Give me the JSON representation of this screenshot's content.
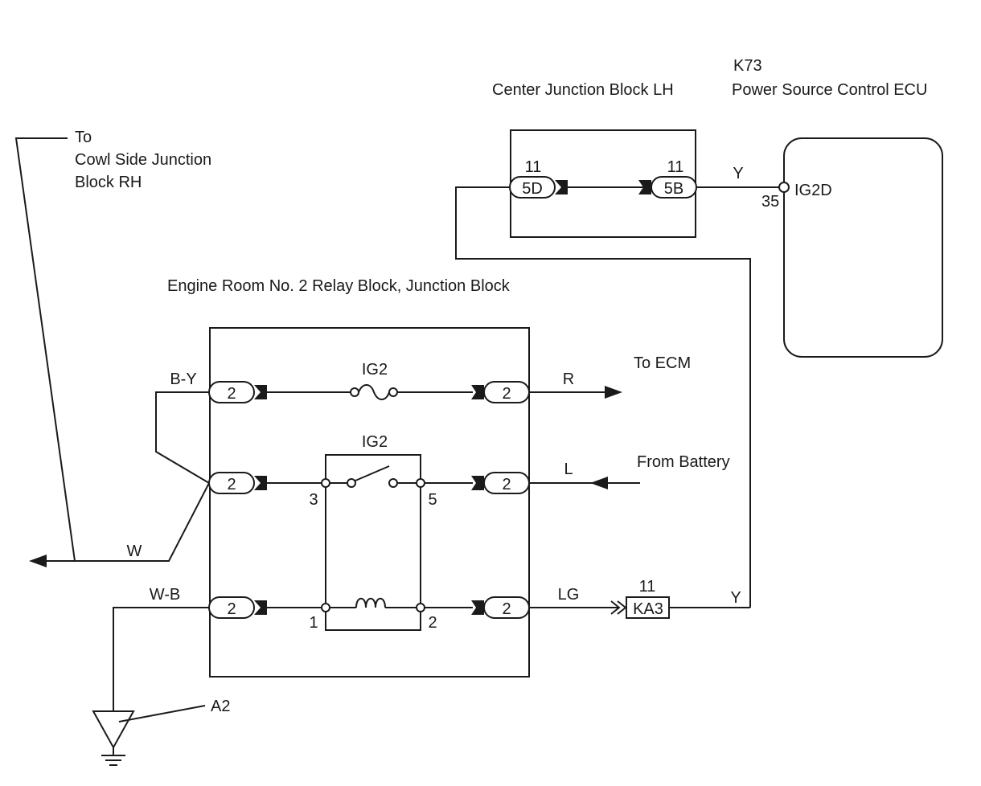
{
  "ecu": {
    "code": "K73",
    "name": "Power Source Control ECU",
    "terminal_name": "IG2D",
    "terminal_pin": "35"
  },
  "center_jb": {
    "name": "Center Junction Block LH",
    "left_conn": "5D",
    "left_pin": "11",
    "right_conn": "5B",
    "right_pin": "11",
    "wire_to_ecu": "Y"
  },
  "cowl": {
    "line1": "To",
    "line2": "Cowl Side Junction",
    "line3": "Block RH"
  },
  "engine_rb": {
    "title": "Engine Room No. 2 Relay Block, Junction Block",
    "connector_label": "2",
    "fuse_label": "IG2",
    "relay_label": "IG2",
    "relay_pins": {
      "p3": "3",
      "p5": "5",
      "p1": "1",
      "p2": "2"
    }
  },
  "wires": {
    "b_y": "B-Y",
    "w": "W",
    "w_b": "W-B",
    "r": "R",
    "l": "L",
    "lg": "LG",
    "y_lower": "Y"
  },
  "destinations": {
    "ecm": "To ECM",
    "battery": "From Battery"
  },
  "ka3": {
    "name": "KA3",
    "pin": "11"
  },
  "ground": {
    "label": "A2"
  }
}
